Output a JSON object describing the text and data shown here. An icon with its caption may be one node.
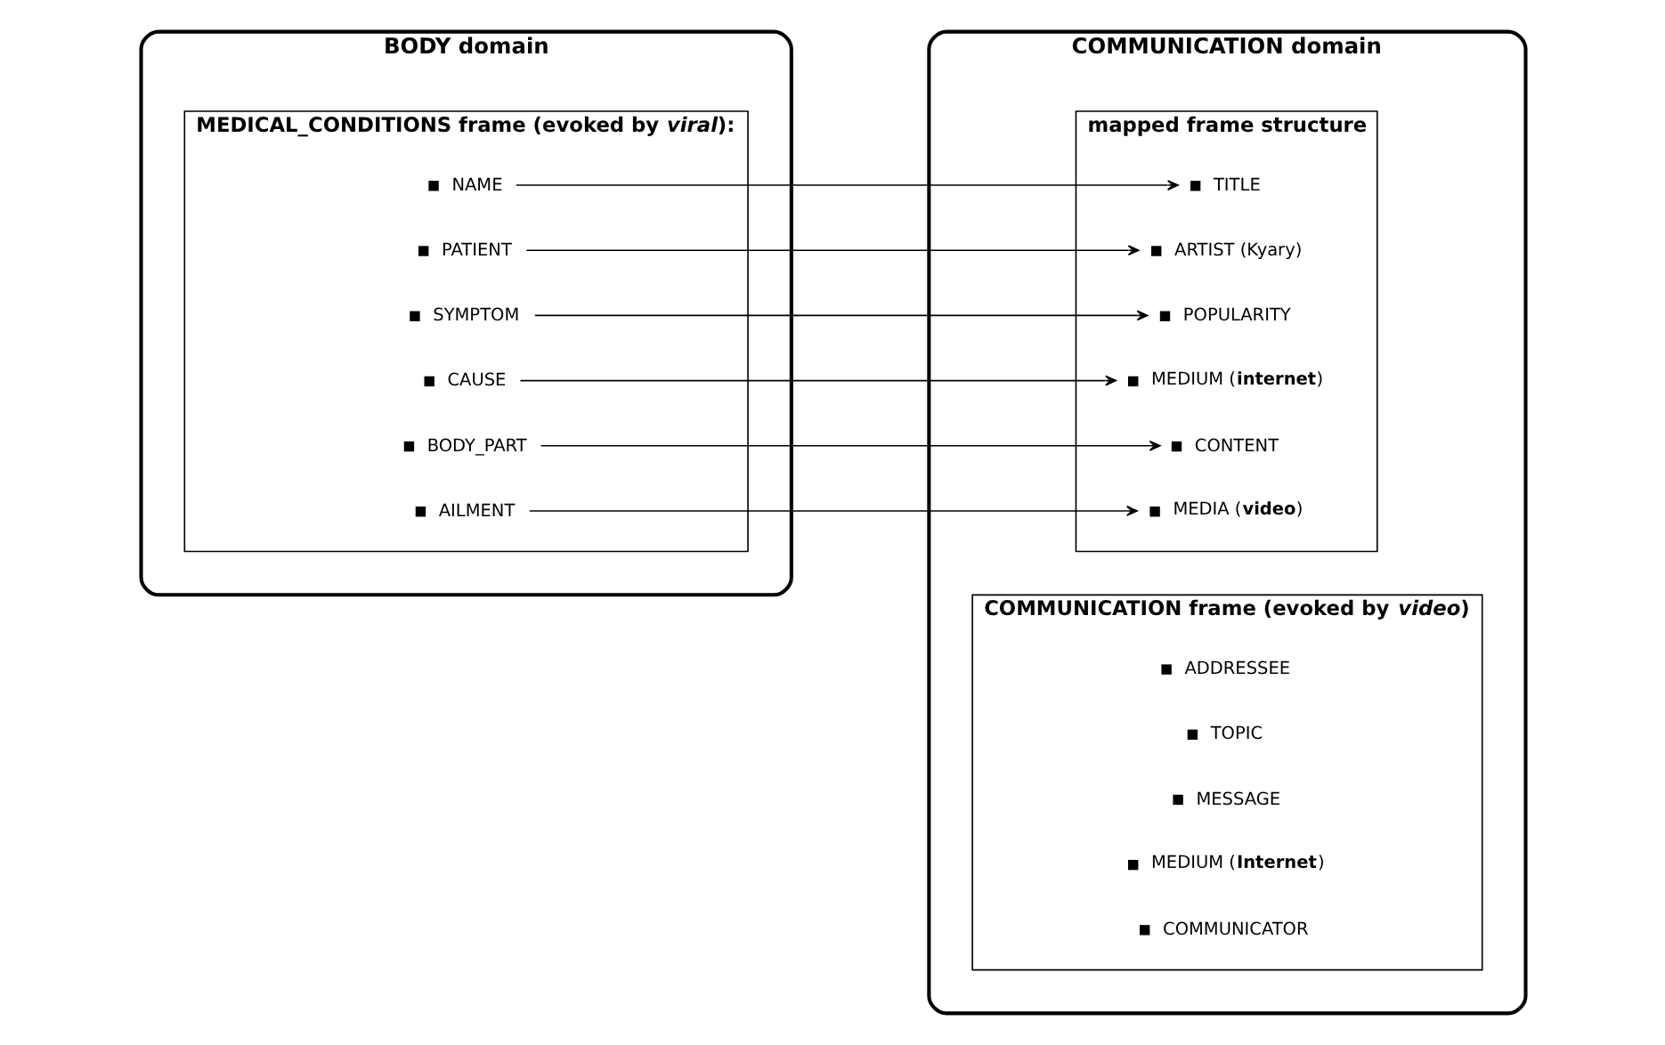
{
  "diagram": {
    "nodes": [
      {
        "text": [
          "BODY domain"
        ]
      },
      {
        "text": [
          "MEDICAL_CONDITIONS frame (evoked by *viral*):"
        ],
        "in": 0
      },
      {
        "text": [
          "AILMENT"
        ],
        "in": 1
      },
      {
        "text": [
          "BODY_PART"
        ],
        "in": 1
      },
      {
        "text": [
          "CAUSE"
        ],
        "in": 1
      },
      {
        "text": [
          "SYMPTOM"
        ],
        "in": 1
      },
      {
        "text": [
          "PATIENT"
        ],
        "in": 1
      },
      {
        "text": [
          "NAME"
        ],
        "in": 1
      },
      {
        "text": [
          "COMMUNICATION domain"
        ]
      },
      {
        "text": [
          "mapped frame structure"
        ],
        "in": 8
      },
      {
        "text": [
          "MEDIA (**video**)"
        ],
        "in": 9
      },
      {
        "text": [
          "CONTENT"
        ],
        "in": 9
      },
      {
        "text": [
          "MEDIUM (**internet**)"
        ],
        "in": 9
      },
      {
        "text": [
          "POPULARITY"
        ],
        "in": 9
      },
      {
        "text": [
          "ARTIST (Kyary)"
        ],
        "in": 9
      },
      {
        "text": [
          "TITLE"
        ],
        "in": 9
      },
      {
        "text": [
          "COMMUNICATION frame (evoked by *video*)"
        ],
        "in": 8
      },
      {
        "text": [
          "COMMUNICATOR"
        ],
        "in": 16
      },
      {
        "text": [
          "MEDIUM (**Internet**)"
        ],
        "in": 16
      },
      {
        "text": [
          "MESSAGE"
        ],
        "in": 16
      },
      {
        "text": [
          "TOPIC"
        ],
        "in": 16
      },
      {
        "text": [
          "ADDRESSEE"
        ],
        "in": 16
      }
    ],
    "edges": [
      {
        "from": 2,
        "to": 10,
        "arrow": "to"
      },
      {
        "from": 3,
        "to": 11,
        "arrow": "to"
      },
      {
        "from": 4,
        "to": 12,
        "arrow": "to"
      },
      {
        "from": 5,
        "to": 13,
        "arrow": "to"
      },
      {
        "from": 6,
        "to": 14,
        "arrow": "to"
      },
      {
        "from": 7,
        "to": 15,
        "arrow": "to"
      }
    ]
  }
}
